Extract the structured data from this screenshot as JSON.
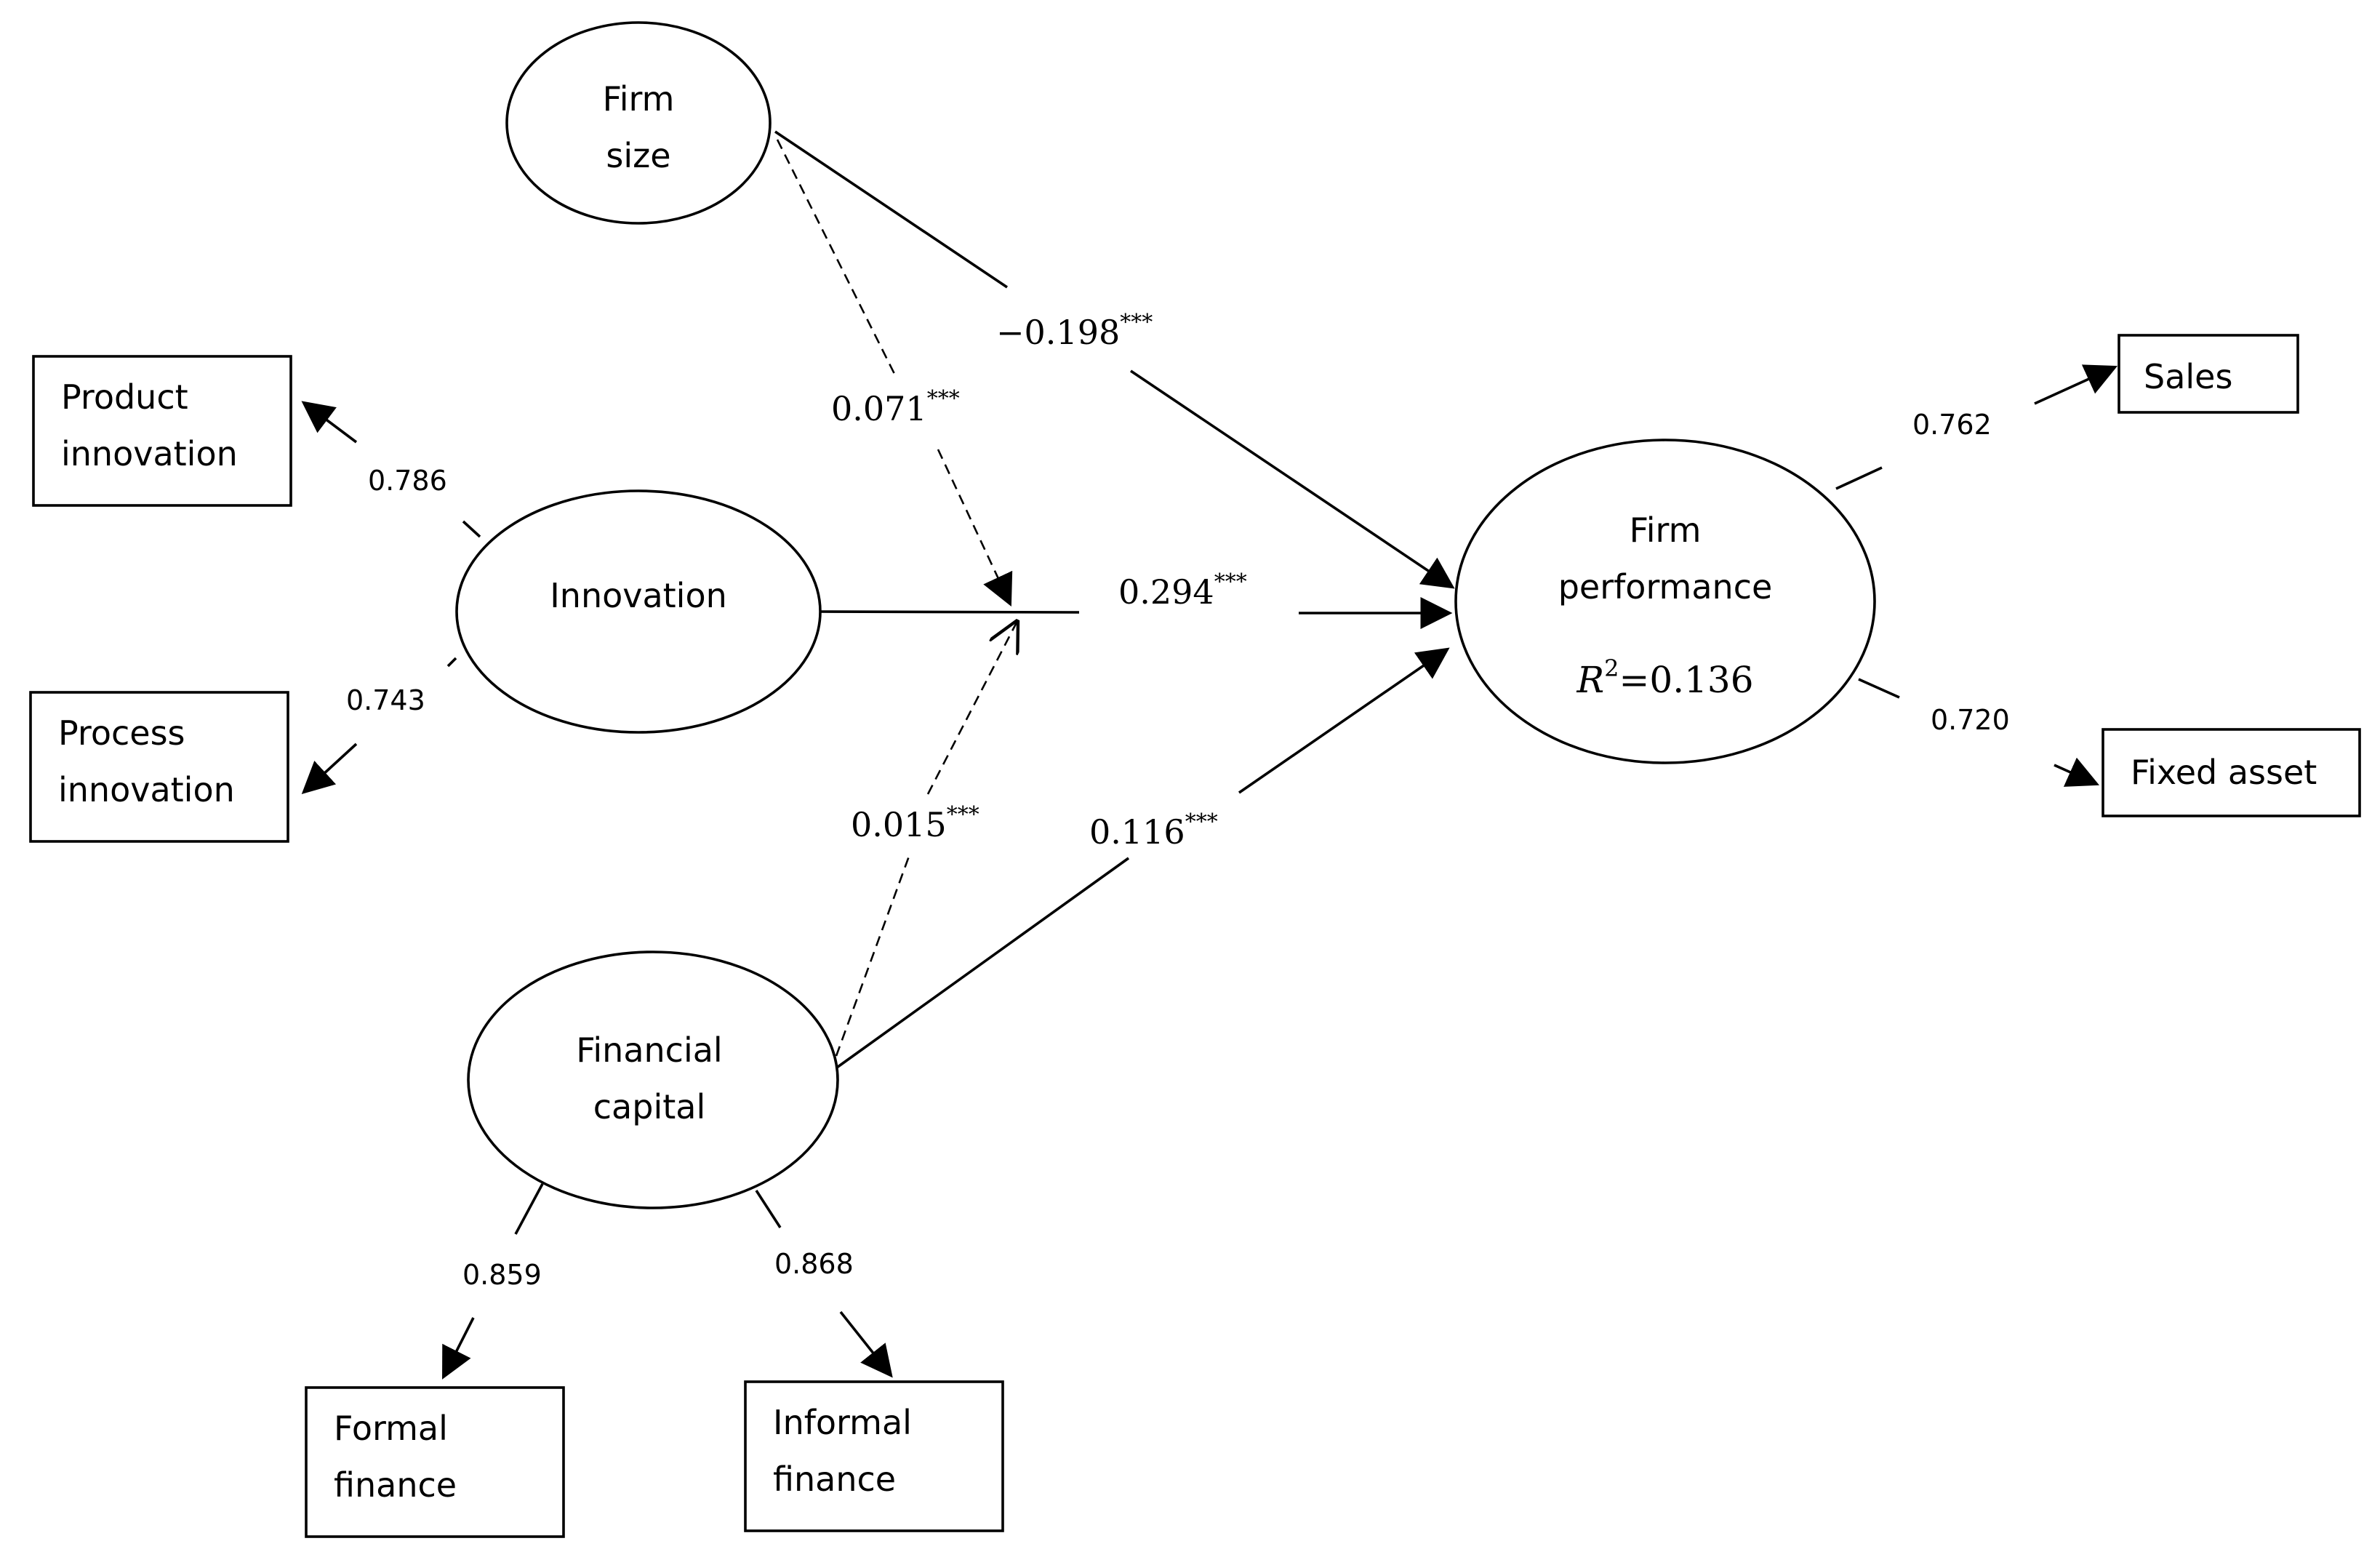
{
  "nodes": {
    "firm_size": {
      "line1": "Firm",
      "line2": "size"
    },
    "innovation": {
      "label": "Innovation"
    },
    "financial_capital": {
      "line1": "Financial",
      "line2": "capital"
    },
    "firm_performance": {
      "line1": "Firm",
      "line2": "performance",
      "r2_var": "R",
      "r2_exp": "2",
      "r2_value": "=0.136"
    },
    "product_innovation": {
      "line1": "Product",
      "line2": "innovation"
    },
    "process_innovation": {
      "line1": "Process",
      "line2": "innovation"
    },
    "formal_finance": {
      "line1": "Formal",
      "line2": "finance"
    },
    "informal_finance": {
      "line1": "Informal",
      "line2": "finance"
    },
    "sales": {
      "label": "Sales"
    },
    "fixed_asset": {
      "label": "Fixed asset"
    }
  },
  "paths": {
    "firm_size_to_performance": {
      "value": "−0.198",
      "stars": "***"
    },
    "moderation_firm_size": {
      "value": "0.071",
      "stars": "***"
    },
    "innovation_to_performance": {
      "value": "0.294",
      "stars": "***"
    },
    "moderation_financial_capital": {
      "value": "0.015",
      "stars": "***"
    },
    "financial_capital_to_performance": {
      "value": "0.116",
      "stars": "***"
    }
  },
  "loadings": {
    "product_innovation": "0.786",
    "process_innovation": "0.743",
    "formal_finance": "0.859",
    "informal_finance": "0.868",
    "sales": "0.762",
    "fixed_asset": "0.720"
  }
}
